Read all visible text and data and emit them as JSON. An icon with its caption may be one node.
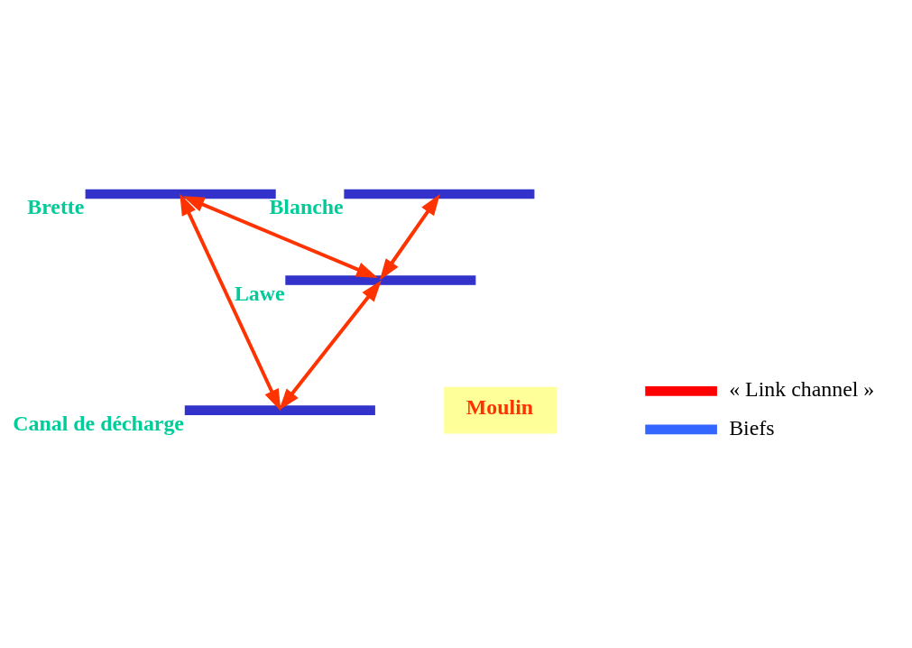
{
  "diagram": {
    "nodes": [
      {
        "text": [],
        "shape": "bar",
        "beside": [
          "Canal de décharge"
        ]
      },
      {
        "text": [],
        "shape": "bar",
        "beside": [
          "Brette"
        ]
      },
      {
        "text": [],
        "shape": "bar",
        "beside": [
          "Blanche"
        ]
      },
      {
        "text": [],
        "shape": "bar",
        "beside": [
          "Lawe"
        ]
      },
      {
        "text": [
          "Moulin"
        ]
      }
    ],
    "edges": [
      {
        "from": 0,
        "to": 1,
        "arrow": "both"
      },
      {
        "from": 3,
        "to": 1,
        "arrow": "both"
      },
      {
        "from": 3,
        "to": 2,
        "arrow": "both"
      },
      {
        "from": 0,
        "to": 3,
        "arrow": "both"
      }
    ],
    "legend": [
      {
        "text": "« Link channel »"
      },
      {
        "text": "Biefs"
      }
    ]
  }
}
